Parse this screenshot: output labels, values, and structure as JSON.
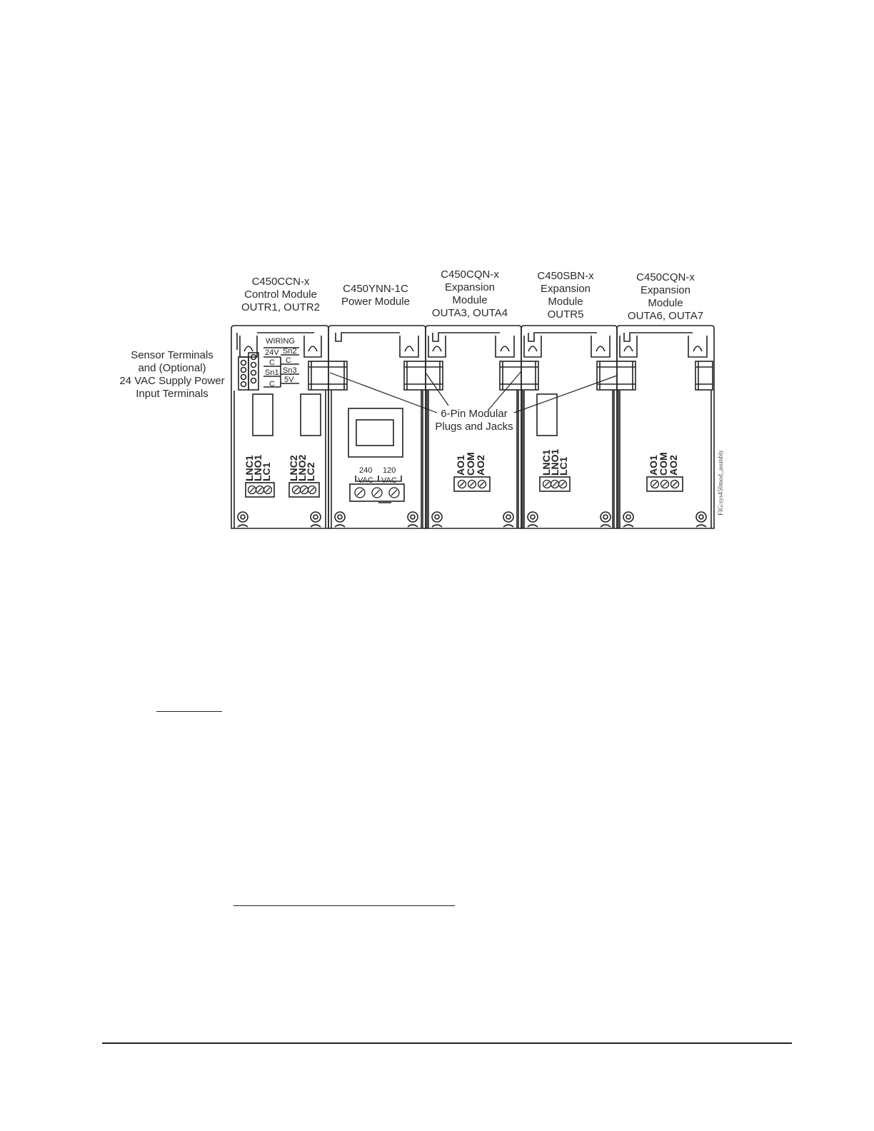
{
  "sensor_terminals_label": [
    "Sensor Terminals",
    "and (Optional)",
    "24 VAC Supply Power",
    "Input Terminals"
  ],
  "modules": [
    {
      "lines": [
        "C450CCN-x",
        "Control Module",
        "OUTR1, OUTR2"
      ]
    },
    {
      "lines": [
        "C450YNN-1C",
        "Power Module"
      ]
    },
    {
      "lines": [
        "C450CQN-x",
        "Expansion",
        "Module",
        "OUTA3, OUTA4"
      ]
    },
    {
      "lines": [
        "C450SBN-x",
        "Expansion",
        "Module",
        "OUTR5"
      ]
    },
    {
      "lines": [
        "C450CQN-x",
        "Expansion",
        "Module",
        "OUTA6, OUTA7"
      ]
    }
  ],
  "jack_label": [
    "6-Pin Modular",
    "Plugs and Jacks"
  ],
  "wiring_block": {
    "title": "WIRING",
    "left_col": [
      "24V",
      "C",
      "Sn1",
      "C"
    ],
    "right_col": [
      "Sn2",
      "C",
      "Sn3",
      "5V"
    ]
  },
  "terminals": {
    "relay1": [
      "LC1",
      "LNO1",
      "LNC1"
    ],
    "relay2": [
      "LC2",
      "LNO2",
      "LNC2"
    ],
    "analog": [
      "AO2",
      "COM",
      "AO1"
    ],
    "relay5": [
      "LC1",
      "LNO1",
      "LNC1"
    ],
    "analog2": [
      "AO2",
      "COM",
      "AO1"
    ],
    "power": {
      "v240": "240",
      "v120": "120",
      "vac": "VAC"
    }
  },
  "figure_id": "FIG:sys450mod_assmbly"
}
